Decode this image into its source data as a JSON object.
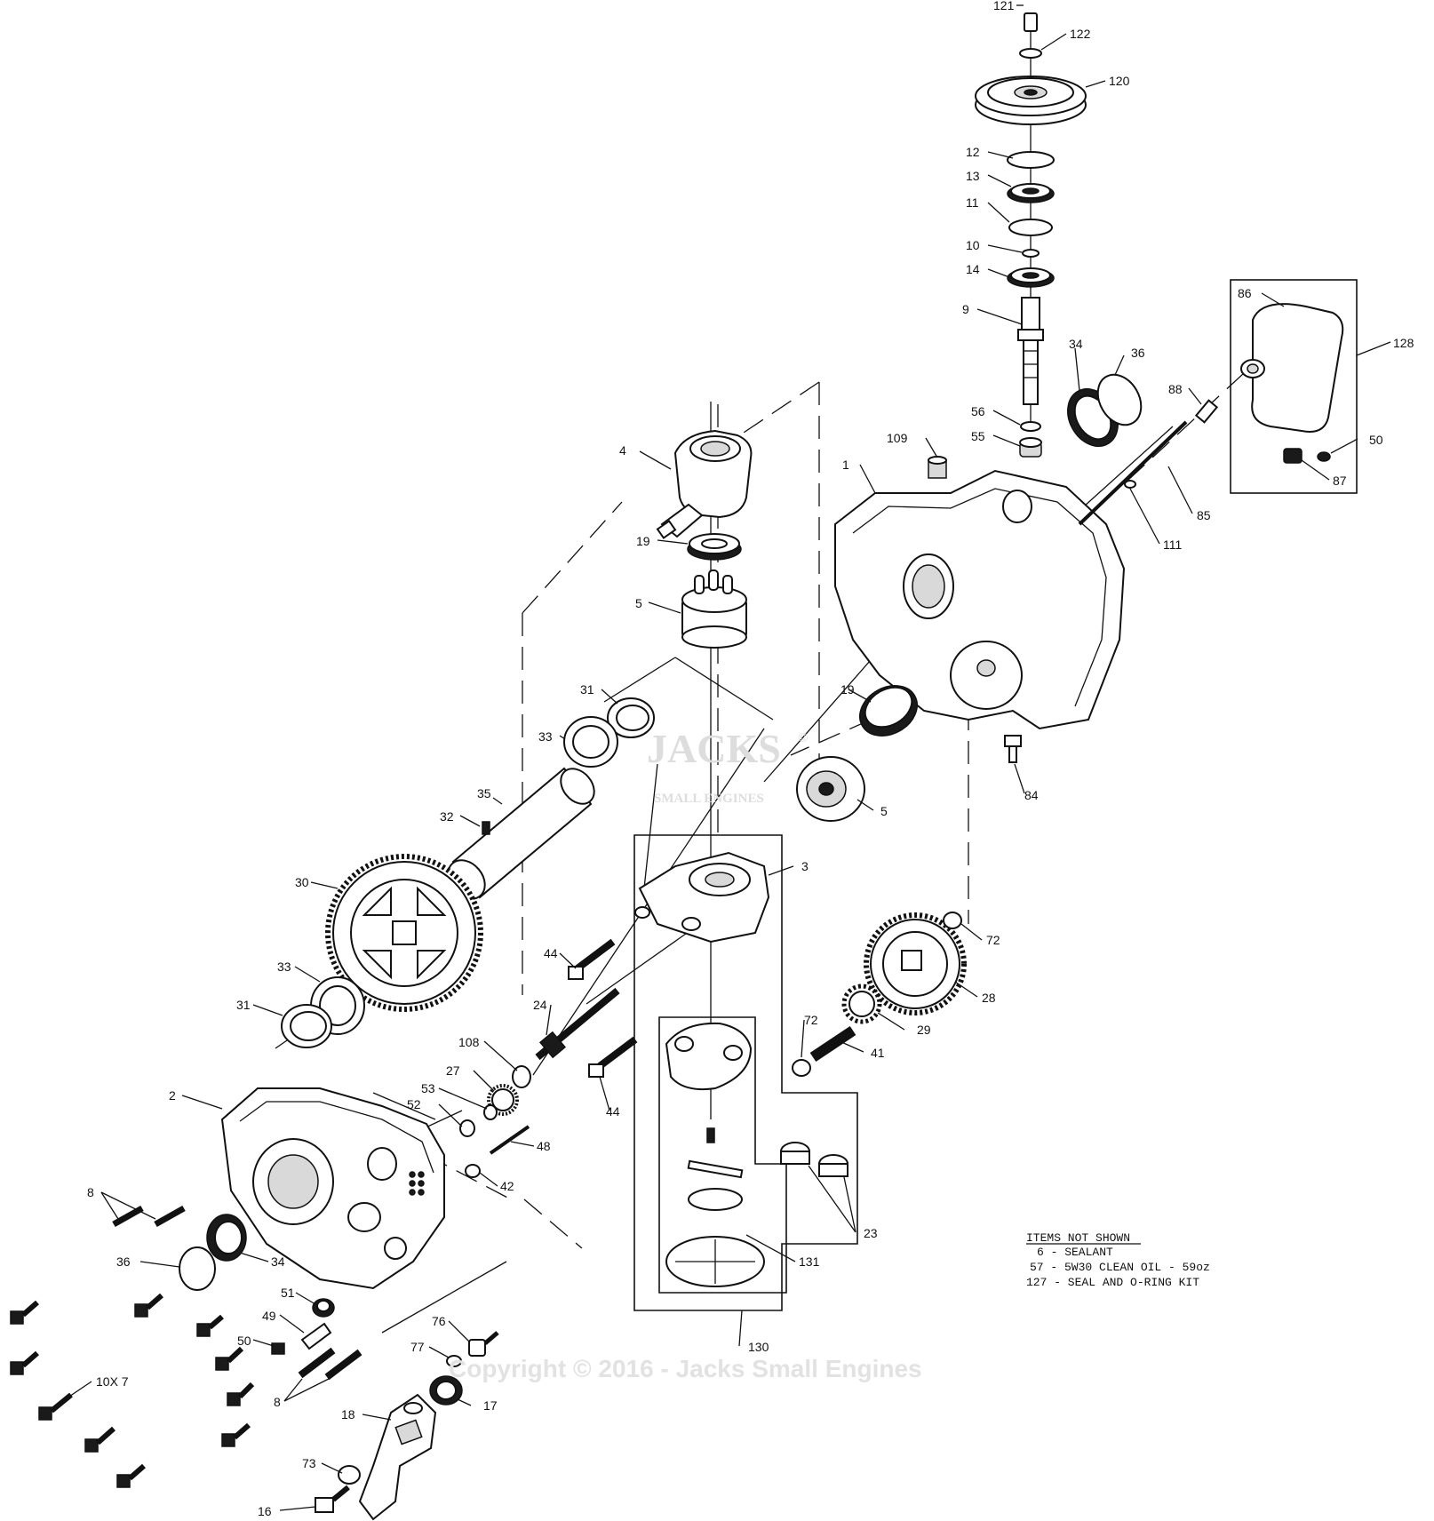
{
  "callouts": [
    {
      "id": "121",
      "text": "121"
    },
    {
      "id": "122",
      "text": "122"
    },
    {
      "id": "120",
      "text": "120"
    },
    {
      "id": "12",
      "text": "12"
    },
    {
      "id": "13",
      "text": "13"
    },
    {
      "id": "11",
      "text": "11"
    },
    {
      "id": "10",
      "text": "10"
    },
    {
      "id": "14",
      "text": "14"
    },
    {
      "id": "9",
      "text": "9"
    },
    {
      "id": "34a",
      "text": "34"
    },
    {
      "id": "36a",
      "text": "36"
    },
    {
      "id": "56",
      "text": "56"
    },
    {
      "id": "55",
      "text": "55"
    },
    {
      "id": "109",
      "text": "109"
    },
    {
      "id": "1",
      "text": "1"
    },
    {
      "id": "86",
      "text": "86"
    },
    {
      "id": "128",
      "text": "128"
    },
    {
      "id": "88",
      "text": "88"
    },
    {
      "id": "50a",
      "text": "50"
    },
    {
      "id": "87",
      "text": "87"
    },
    {
      "id": "85",
      "text": "85"
    },
    {
      "id": "111",
      "text": "111"
    },
    {
      "id": "4",
      "text": "4"
    },
    {
      "id": "19a",
      "text": "19"
    },
    {
      "id": "5a",
      "text": "5"
    },
    {
      "id": "31a",
      "text": "31"
    },
    {
      "id": "33a",
      "text": "33"
    },
    {
      "id": "19b",
      "text": "19"
    },
    {
      "id": "84",
      "text": "84"
    },
    {
      "id": "35",
      "text": "35"
    },
    {
      "id": "32",
      "text": "32"
    },
    {
      "id": "5b",
      "text": "5"
    },
    {
      "id": "3",
      "text": "3"
    },
    {
      "id": "30",
      "text": "30"
    },
    {
      "id": "72a",
      "text": "72"
    },
    {
      "id": "44a",
      "text": "44"
    },
    {
      "id": "33b",
      "text": "33"
    },
    {
      "id": "28",
      "text": "28"
    },
    {
      "id": "31b",
      "text": "31"
    },
    {
      "id": "24",
      "text": "24"
    },
    {
      "id": "72b",
      "text": "72"
    },
    {
      "id": "29",
      "text": "29"
    },
    {
      "id": "108",
      "text": "108"
    },
    {
      "id": "41",
      "text": "41"
    },
    {
      "id": "27",
      "text": "27"
    },
    {
      "id": "2",
      "text": "2"
    },
    {
      "id": "53",
      "text": "53"
    },
    {
      "id": "52",
      "text": "52"
    },
    {
      "id": "44b",
      "text": "44"
    },
    {
      "id": "48",
      "text": "48"
    },
    {
      "id": "42",
      "text": "42"
    },
    {
      "id": "8a",
      "text": "8"
    },
    {
      "id": "23",
      "text": "23"
    },
    {
      "id": "36b",
      "text": "36"
    },
    {
      "id": "34b",
      "text": "34"
    },
    {
      "id": "131",
      "text": "131"
    },
    {
      "id": "51",
      "text": "51"
    },
    {
      "id": "49",
      "text": "49"
    },
    {
      "id": "50b",
      "text": "50"
    },
    {
      "id": "130",
      "text": "130"
    },
    {
      "id": "76",
      "text": "76"
    },
    {
      "id": "10x7",
      "text": "10X 7"
    },
    {
      "id": "77",
      "text": "77"
    },
    {
      "id": "8b",
      "text": "8"
    },
    {
      "id": "17",
      "text": "17"
    },
    {
      "id": "18",
      "text": "18"
    },
    {
      "id": "73",
      "text": "73"
    },
    {
      "id": "16",
      "text": "16"
    }
  ],
  "notes": {
    "heading": "ITEMS NOT SHOWN",
    "lines": [
      "6 - SEALANT",
      "57 - 5W30 CLEAN OIL - 59oz",
      "127 - SEAL AND O-RING KIT"
    ]
  },
  "watermark": {
    "logo": "JACKS",
    "logo_sub": "SMALL ENGINES",
    "mark": "©",
    "copyright": "Copyright © 2016 - Jacks Small Engines"
  }
}
